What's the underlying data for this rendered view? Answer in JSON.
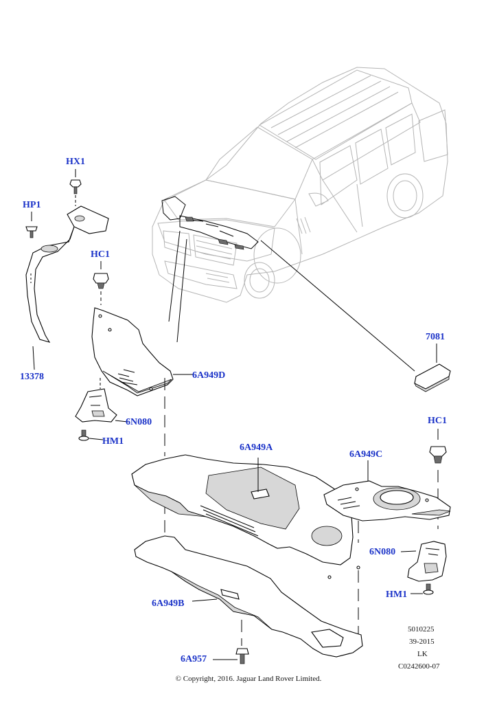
{
  "diagram": {
    "callouts": {
      "hx1": "HX1",
      "hp1": "HP1",
      "hc1_left": "HC1",
      "part_13378": "13378",
      "part_6a949d": "6A949D",
      "part_6n080_left": "6N080",
      "hm1_left": "HM1",
      "part_7081": "7081",
      "hc1_right": "HC1",
      "part_6a949a": "6A949A",
      "part_6a949c": "6A949C",
      "part_6n080_right": "6N080",
      "hm1_right": "HM1",
      "part_6a949b": "6A949B",
      "part_6a957": "6A957"
    },
    "reference_block": {
      "line1": "5010225",
      "line2": "39-2015",
      "line3": "LK",
      "line4": "C0242600-07"
    },
    "copyright": "© Copyright, 2016. Jaguar Land Rover Limited.",
    "callout_color": "#1a32c8"
  }
}
